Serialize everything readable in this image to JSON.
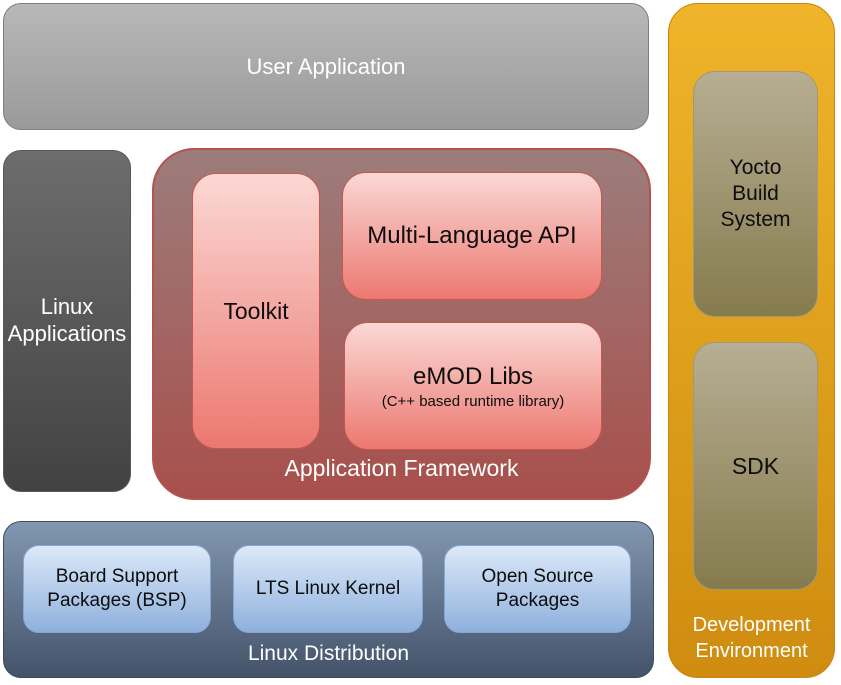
{
  "diagram": {
    "type": "software-stack-architecture",
    "blocks": {
      "user_application": {
        "label": "User Application"
      },
      "linux_applications": {
        "label": "Linux Applications"
      },
      "application_framework": {
        "label": "Application Framework",
        "children": {
          "toolkit": {
            "label": "Toolkit"
          },
          "multi_language_api": {
            "label": "Multi-Language API"
          },
          "emod_libs": {
            "label": "eMOD Libs",
            "sublabel": "(C++ based runtime library)"
          }
        }
      },
      "linux_distribution": {
        "label": "Linux Distribution",
        "children": {
          "bsp": {
            "label": "Board Support Packages (BSP)"
          },
          "lts_kernel": {
            "label": "LTS Linux Kernel"
          },
          "open_source_packages": {
            "label": "Open Source Packages"
          }
        }
      },
      "development_environment": {
        "label": "Development Environment",
        "children": {
          "yocto": {
            "label": "Yocto Build System"
          },
          "sdk": {
            "label": "SDK"
          }
        }
      }
    },
    "colors": {
      "user_application_fill_top": "#b8b8b8",
      "user_application_fill_bottom": "#9a9a9a",
      "linux_applications_fill_top": "#6d6d6d",
      "linux_applications_fill_bottom": "#424242",
      "framework_fill_top": "#9c7d7b",
      "framework_fill_bottom": "#a84f4c",
      "framework_child_fill_top": "#fbd8d5",
      "framework_child_fill_bottom": "#ec7870",
      "framework_child_border": "#c6574f",
      "distribution_fill_top": "#8297b1",
      "distribution_fill_bottom": "#44536a",
      "distribution_child_fill_top": "#dde9f9",
      "distribution_child_fill_bottom": "#8db0dc",
      "dev_env_fill_top": "#efb42a",
      "dev_env_fill_bottom": "#cf8c10",
      "dev_env_child_fill_top": "#b7ae93",
      "dev_env_child_fill_bottom": "#857b4d",
      "container_label_text": "#ffffff",
      "child_label_text": "#000000",
      "background": "#ffffff"
    }
  }
}
